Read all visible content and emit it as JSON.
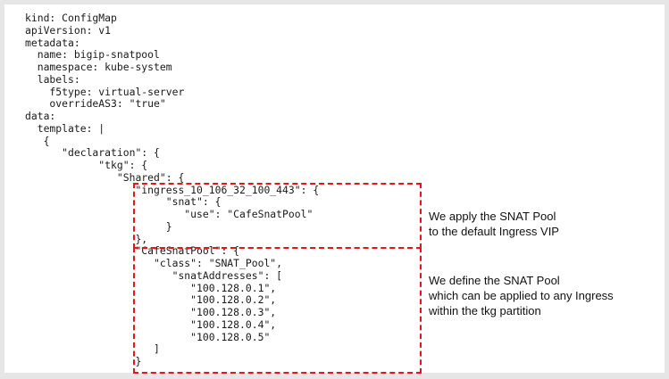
{
  "code_lines": [
    "kind: ConfigMap",
    "apiVersion: v1",
    "metadata:",
    "  name: bigip-snatpool",
    "  namespace: kube-system",
    "  labels:",
    "    f5type: virtual-server",
    "    overrideAS3: \"true\"",
    "data:",
    "  template: |",
    "   {",
    "      \"declaration\": {",
    "            \"tkg\": {",
    "               \"Shared\": {",
    "                  \"ingress_10_106_32_100_443\": {",
    "                       \"snat\": {",
    "                          \"use\": \"CafeSnatPool\"",
    "                       }",
    "                  },",
    "                  \"CafeSnatPool\": {",
    "                     \"class\": \"SNAT_Pool\",",
    "                        \"snatAddresses\": [",
    "                           \"100.128.0.1\",",
    "                           \"100.128.0.2\",",
    "                           \"100.128.0.3\",",
    "                           \"100.128.0.4\",",
    "                           \"100.128.0.5\"",
    "                     ]",
    "                  }"
  ],
  "annotations": {
    "apply": [
      "We apply the SNAT Pool",
      "to the default Ingress VIP"
    ],
    "define": [
      "We define the SNAT Pool",
      "which can be applied to any Ingress",
      "within the tkg partition"
    ]
  },
  "colors": {
    "highlight_border": "#e8141b"
  }
}
